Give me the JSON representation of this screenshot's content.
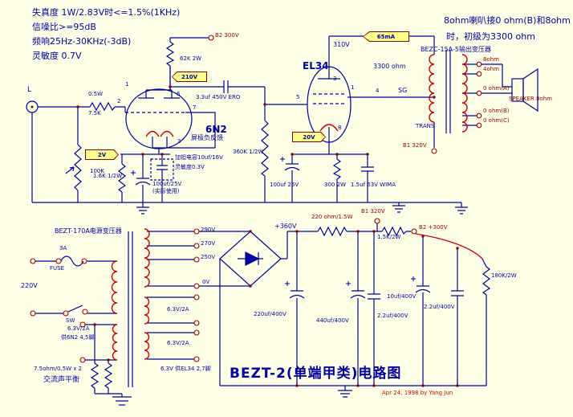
{
  "colors": {
    "background": "#FFFFE8",
    "wire_blue": "#0000A0",
    "coil_red": "#CC0000",
    "terminal_maroon": "#8B0000",
    "badge_bg": "#FFFF8C",
    "badge_border": "#8B0000",
    "credit_red": "#CC0000"
  },
  "specs": {
    "distortion": "失真度 1W/2.83V时<=1.5%(1KHz)",
    "snr": "信噪比>=95dB",
    "frequency_response": "频响25Hz-30KHz(-3dB)",
    "sensitivity": "灵敏度 0.7V"
  },
  "output_note": {
    "line1": "8ohm喇叭接0 ohm(B)和8ohm",
    "line2": "时，初级为3300 ohm"
  },
  "input_stage": {
    "jack_label": "L",
    "series_resistor_power": "0.5W",
    "series_resistor": "7.5K",
    "volume_pot": "100K"
  },
  "v1_6n2": {
    "name": "6N2",
    "note": "屏极负反馈",
    "plate_resistor": "62K 2W",
    "b2_terminal": "B2 300V",
    "plate_voltage_badge": "210V",
    "cathode_badge": "2V",
    "cathode_resistor": "1.6K 1/2W",
    "tantalum_note": "加钽电容10uf/16V",
    "sensitivity_note": "灵敏度0.3V",
    "bypass_cap": "100uf/25V",
    "bypass_note": "(实际使用)",
    "coupling_cap": "3.3uf 450V ERO",
    "pin1": "1",
    "pin2": "2",
    "pin3": "3",
    "pin6": "6",
    "pin7": "7"
  },
  "v2_el34": {
    "name": "EL34",
    "plate_voltage": "310V",
    "current_badge": "65mA",
    "primary_impedance": "3300 ohm",
    "screen_label": "SG",
    "grid_resistor": "360K 1/2W",
    "cathode_badge": "20V",
    "cathode_cap": "100uf 25V",
    "cathode_resistor": "300 2W",
    "cathode_film_cap": "1.5uf 63V WIMA",
    "pin1": "1",
    "pin3": "3",
    "pin4": "4",
    "pin5": "5",
    "pin8": "8"
  },
  "output_transformer": {
    "name": "BEZC-15A-5输出变压器",
    "trans_label": "TRANS",
    "b1_terminal": "B1 320V",
    "taps": [
      "8ohm",
      "4ohm",
      "0 ohm(A)",
      "0 ohm(B)",
      "0 ohm(C)"
    ],
    "speaker_label": "SPEAKER 8ohm"
  },
  "power_supply": {
    "transformer_name": "BEZT-170A电源变压器",
    "fuse_rating": "3A",
    "fuse_label": "FUSE",
    "mains": "220V",
    "switch_label": "SW",
    "heater_6n2": "6.3V/2A",
    "heater_6n2_note": "供6N2 4,5脚",
    "hum_resistors": "7.5ohm/0.5W x 2",
    "hum_note": "交流声平衡",
    "hv_taps": [
      "290V",
      "270V",
      "250V",
      "0V"
    ],
    "heater_el34_1": "6.3V/2A",
    "heater_el34_2": "6.3V/2A",
    "heater_el34_note": "6.3V 供EL34 2,7脚",
    "dc_output": "+360V",
    "dropper1": "220 ohm/1.5W",
    "b1_terminal": "B1 320V",
    "dropper2": "1.5K/2W",
    "b2_terminal": "B2 +300V",
    "filter_caps": [
      "220uf/400V",
      "440uf/400V",
      "2.2uf/400V",
      "10uf/400V",
      "2.2uf/400V"
    ],
    "bleeder_resistor": "180K/2W"
  },
  "title": "BEZT-2(单端甲类)电路图",
  "credit": "Apr 24, 1998 by Yang Jun"
}
